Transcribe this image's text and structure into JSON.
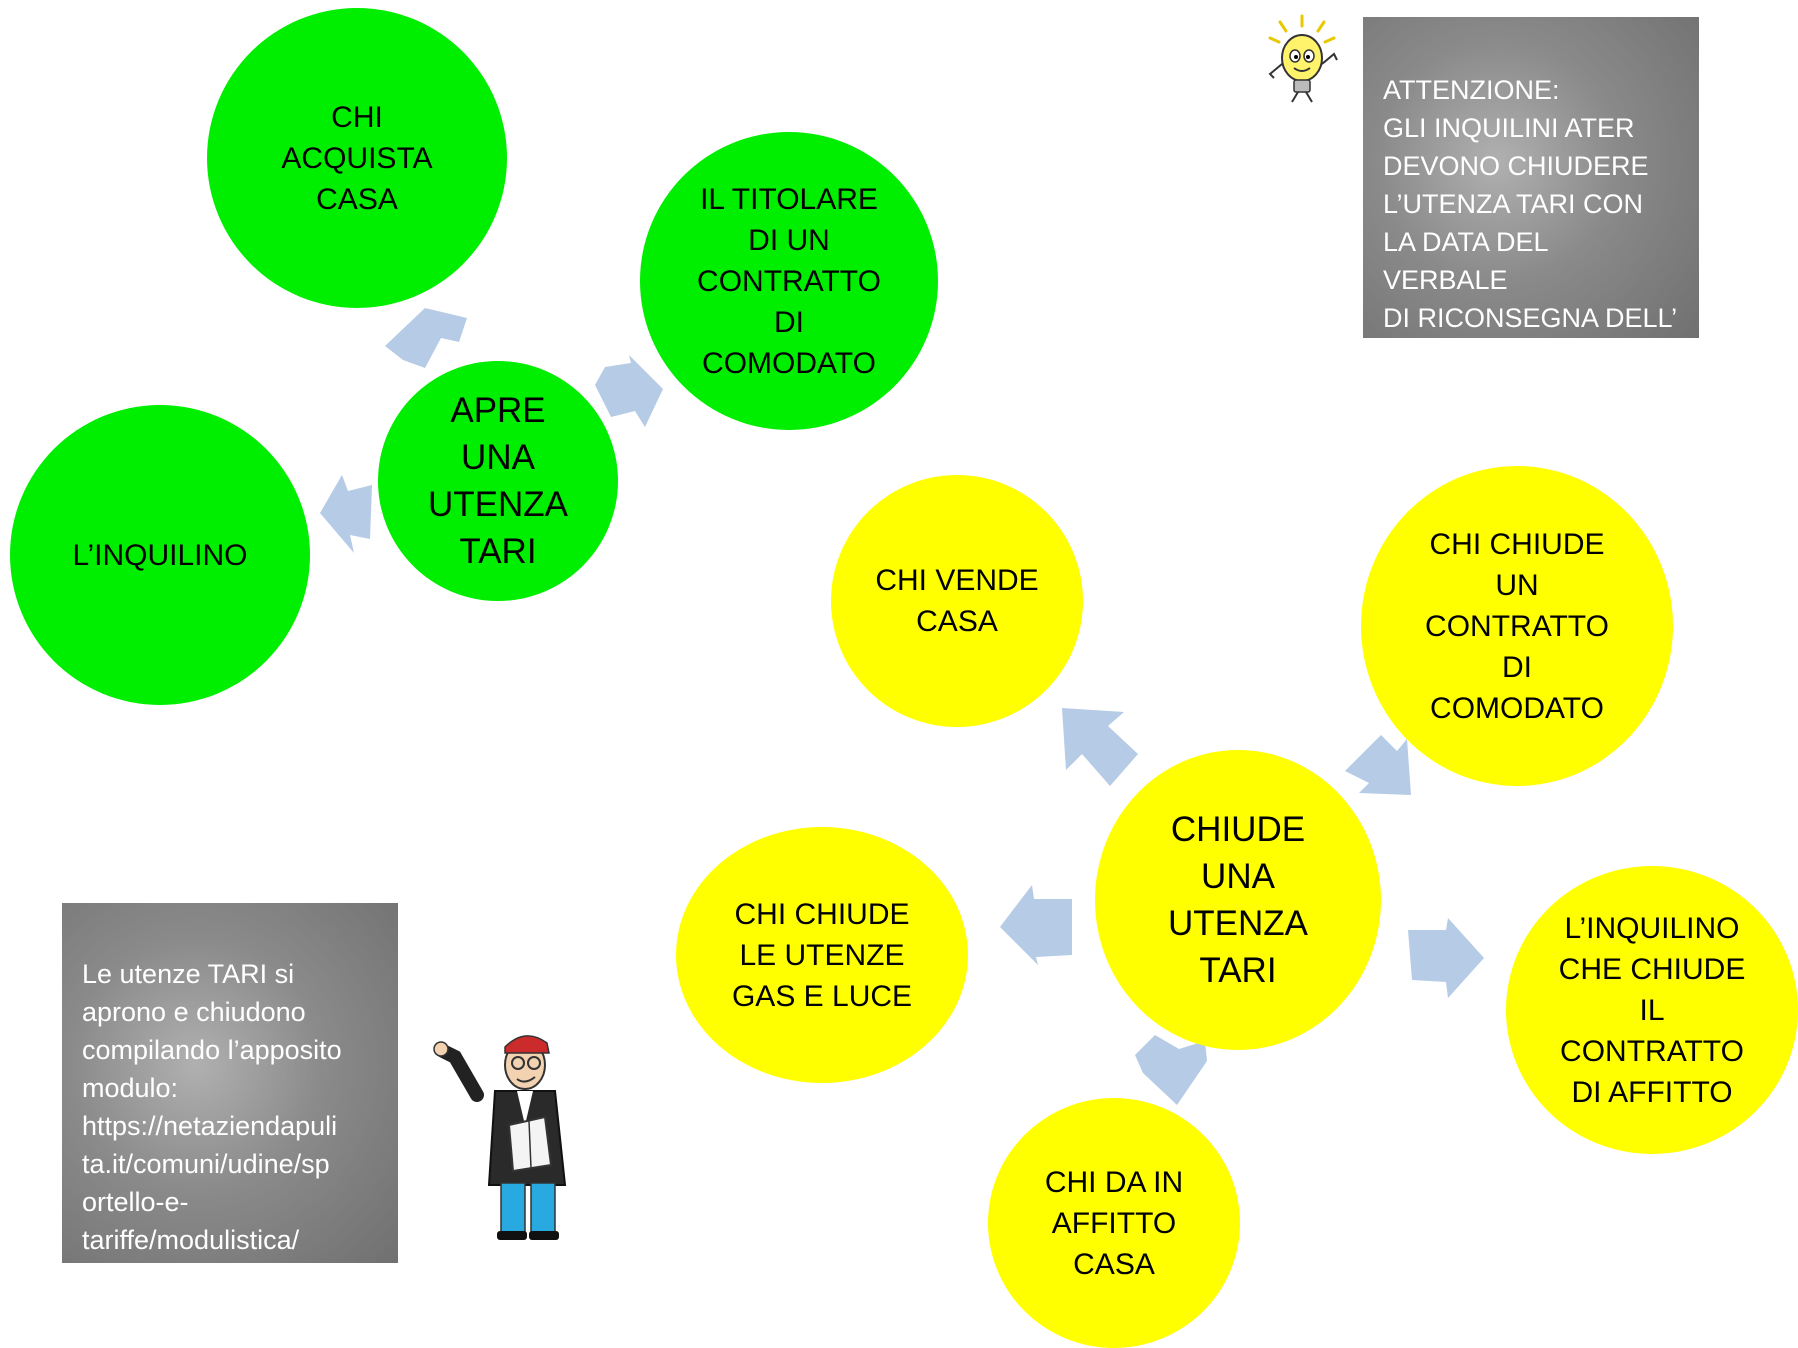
{
  "colors": {
    "open": "#00ee00",
    "close": "#ffff00",
    "arrow": "#b5cbe6",
    "note_box": "#808080"
  },
  "open_cluster": {
    "center": "APRE\nUNA\nUTENZA\nTARI",
    "nodes": [
      "CHI\nACQUISTA\nCASA",
      "IL TITOLARE\nDI UN\nCONTRATTO\nDI\nCOMODATO",
      "L’INQUILINO"
    ]
  },
  "close_cluster": {
    "center": "CHIUDE\nUNA\nUTENZA\nTARI",
    "nodes": [
      "CHI VENDE\nCASA",
      "CHI CHIUDE\nUN\nCONTRATTO\nDI\nCOMODATO",
      "CHI CHIUDE\nLE UTENZE\nGAS E LUCE",
      "L’INQUILINO\nCHE CHIUDE\nIL\nCONTRATTO\nDI AFFITTO",
      "CHI DA IN\nAFFITTO\nCASA"
    ]
  },
  "warning_note": "ATTENZIONE:\nGLI INQUILINI ATER\nDEVONO CHIUDERE\nL’UTENZA TARI CON\nLA DATA DEL VERBALE\nDI RICONSEGNA DELL’\nABITAZIONE",
  "info_note": "Le utenze TARI si\naprono e chiudono\ncompilando l’apposito\nmodulo:\nhttps://netaziendapuli\nta.it/comuni/udine/sp\nortello-e-\ntariffe/modulistica/",
  "icons": [
    "lightbulb-icon",
    "teacher-illustration"
  ]
}
